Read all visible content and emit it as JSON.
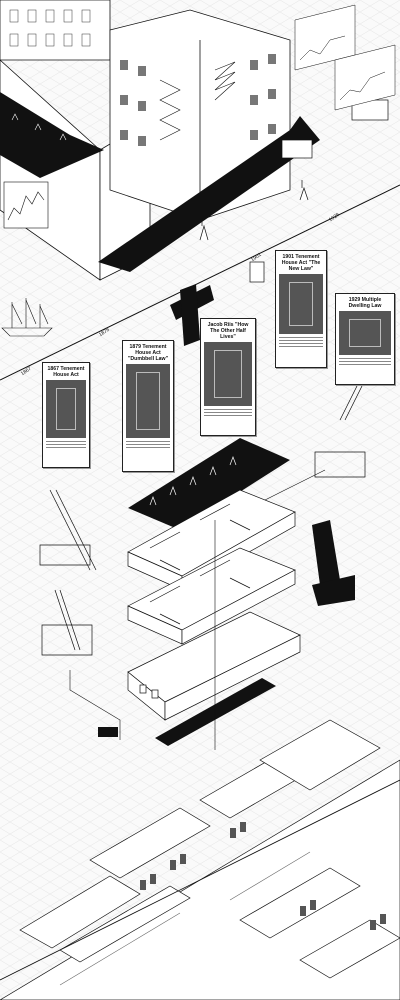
{
  "timeline": {
    "years": [
      "1867",
      "1879",
      "1901",
      "1929"
    ],
    "cards": [
      {
        "title": "1867 Tenement House Act"
      },
      {
        "title": "1879 Tenement House Act \"Dumbbell Law\""
      },
      {
        "title": "Jacob Riis \"How The Other Half Lives\""
      },
      {
        "title": "1901 Tenement House Act \"The New Law\""
      },
      {
        "title": "1929 Multiple Dwelling Law"
      }
    ]
  },
  "colors": {
    "ink": "#111111",
    "paper": "#fafafa",
    "grid": "#d9d9d9",
    "fill": "#f3f3f3"
  }
}
